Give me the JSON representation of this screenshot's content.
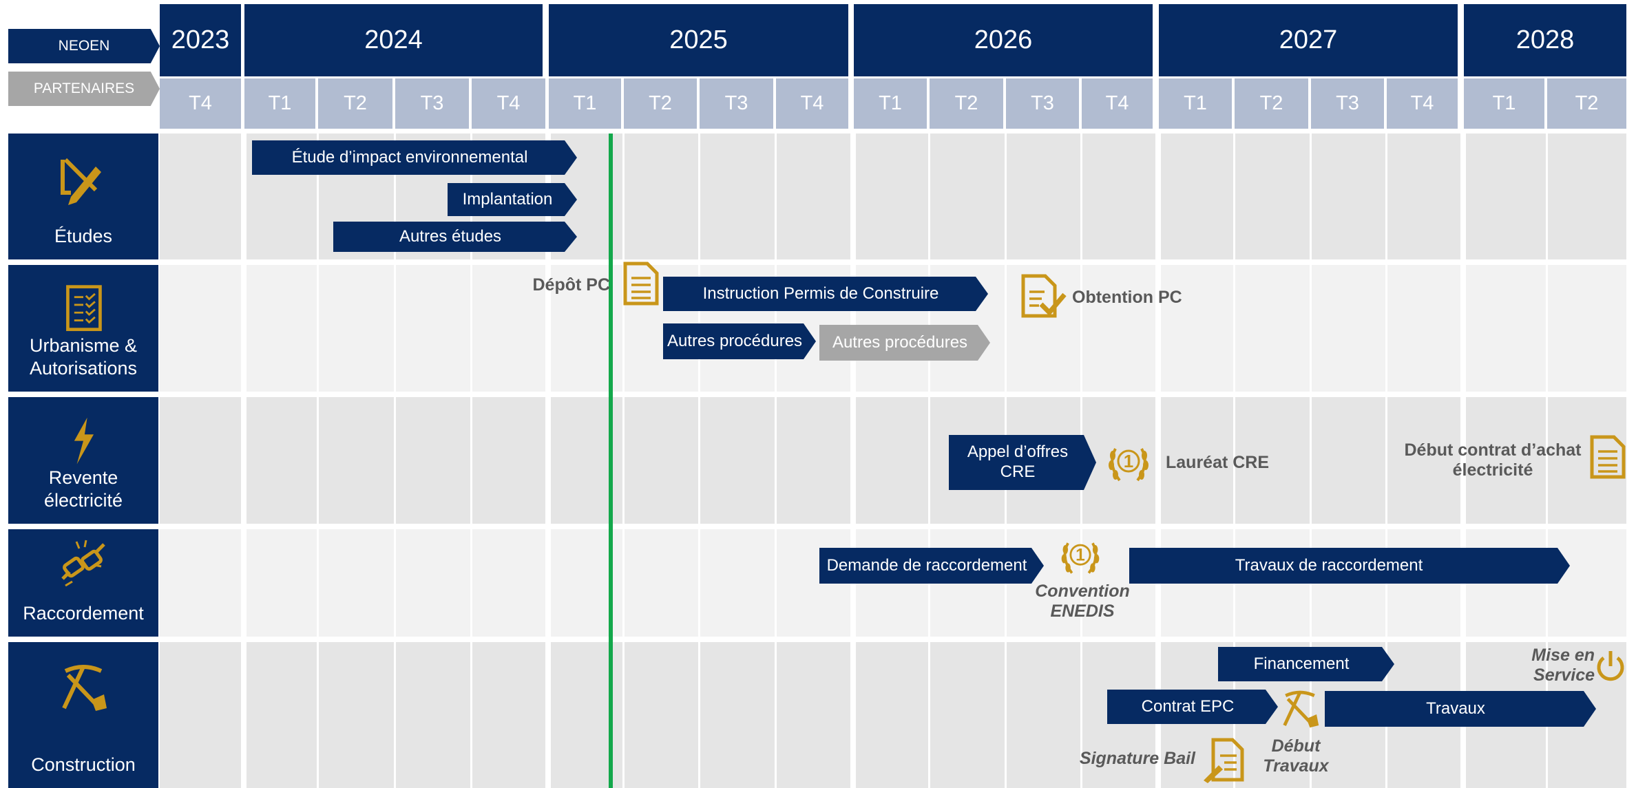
{
  "legend": {
    "neoen": "NEOEN",
    "partners": "PARTENAIRES"
  },
  "years": [
    "2023",
    "2024",
    "2025",
    "2026",
    "2027",
    "2028"
  ],
  "quarters": [
    "T4",
    "T1",
    "T2",
    "T3",
    "T4",
    "T1",
    "T2",
    "T3",
    "T4",
    "T1",
    "T2",
    "T3",
    "T4",
    "T1",
    "T2",
    "T3",
    "T4",
    "T1",
    "T2"
  ],
  "categories": [
    {
      "label": "Études",
      "icon": "pencil-ruler-icon"
    },
    {
      "label": "Urbanisme & Autorisations",
      "icon": "checklist-icon"
    },
    {
      "label": "Revente électricité",
      "icon": "lightning-icon"
    },
    {
      "label": "Raccordement",
      "icon": "plug-connection-icon"
    },
    {
      "label": "Construction",
      "icon": "pickaxe-shovel-icon"
    }
  ],
  "bars": {
    "etude_impact": "Étude d’impact environnemental",
    "implantation": "Implantation",
    "autres_etudes": "Autres études",
    "instruction_pc": "Instruction Permis de Construire",
    "autres_proc_neoen": "Autres procédures",
    "autres_proc_partners": "Autres procédures",
    "appel_offres": "Appel d’offres CRE",
    "demande_raccordement": "Demande de raccordement",
    "travaux_raccordement": "Travaux de raccordement",
    "financement": "Financement",
    "contrat_epc": "Contrat EPC",
    "travaux": "Travaux"
  },
  "milestones": {
    "depot_pc": "Dépôt PC",
    "obtention_pc": "Obtention PC",
    "laureat_cre": "Lauréat CRE",
    "debut_contrat": "Début contrat d’achat électricité",
    "convention_enedis": "Convention ENEDIS",
    "mise_en_service": "Mise en Service",
    "signature_bail": "Signature Bail",
    "debut_travaux": "Début Travaux"
  },
  "colors": {
    "navy": "#062a62",
    "gold": "#c9961a",
    "today_line": "#13a84b",
    "gray_bar": "#a6a6a6",
    "quarter": "#b1bcd1"
  }
}
